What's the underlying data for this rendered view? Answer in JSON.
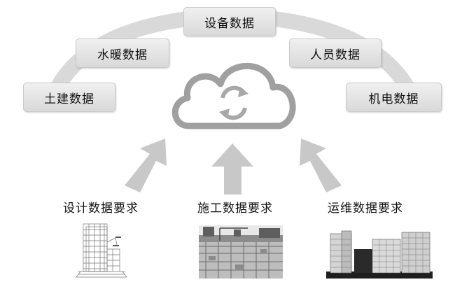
{
  "data_boxes": [
    {
      "id": "civil",
      "label": "土建数据"
    },
    {
      "id": "hvac",
      "label": "水暖数据"
    },
    {
      "id": "equipment",
      "label": "设备数据"
    },
    {
      "id": "personnel",
      "label": "人员数据"
    },
    {
      "id": "mep",
      "label": "机电数据"
    }
  ],
  "requirements": [
    {
      "id": "design",
      "label": "设计数据要求"
    },
    {
      "id": "construction",
      "label": "施工数据要求"
    },
    {
      "id": "operation",
      "label": "运维数据要求"
    }
  ],
  "icons": {
    "cloud": "cloud-sync-icon",
    "arrows": "up-arrow-icon"
  },
  "colors": {
    "arc": "#d9d9d9",
    "arrow": "#c8c8c8",
    "cloud_stroke": "#a0a0a0",
    "box_fill": "#e4e4e4"
  }
}
